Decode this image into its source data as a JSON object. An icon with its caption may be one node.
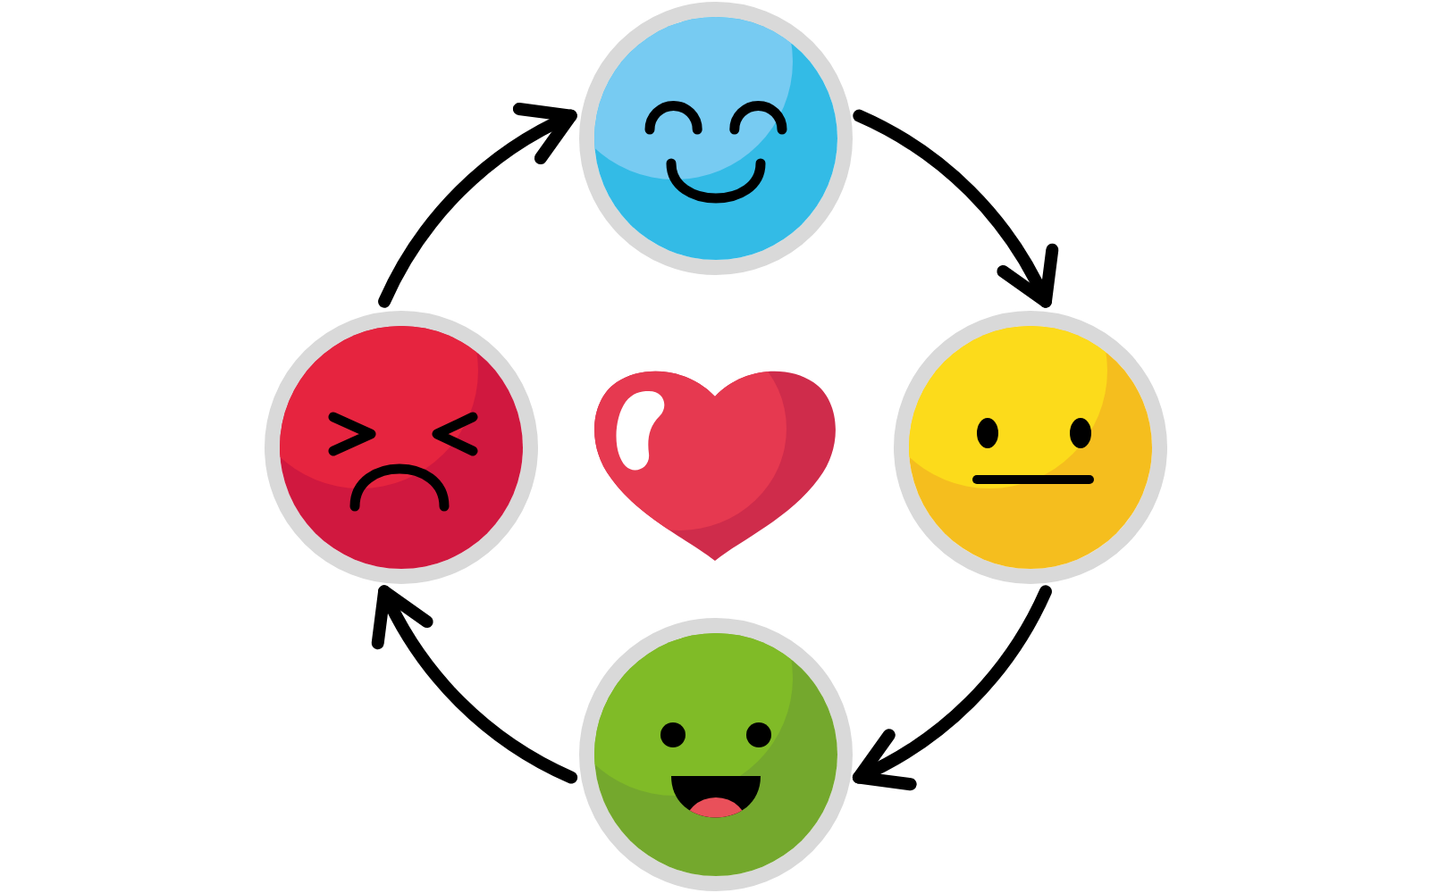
{
  "diagram": {
    "nodes": [
      {
        "text": [],
        "shape": "picture"
      },
      {
        "text": [],
        "shape": "picture"
      },
      {
        "text": [],
        "shape": "picture"
      },
      {
        "text": [],
        "shape": "picture"
      },
      {
        "text": [],
        "shape": "picture"
      }
    ],
    "edges": [
      {
        "from": 0,
        "to": 3,
        "arrow": "to"
      },
      {
        "from": 3,
        "to": 4,
        "arrow": "to"
      },
      {
        "from": 4,
        "to": 1,
        "arrow": "to"
      },
      {
        "from": 1,
        "to": 0,
        "arrow": "to"
      }
    ]
  }
}
